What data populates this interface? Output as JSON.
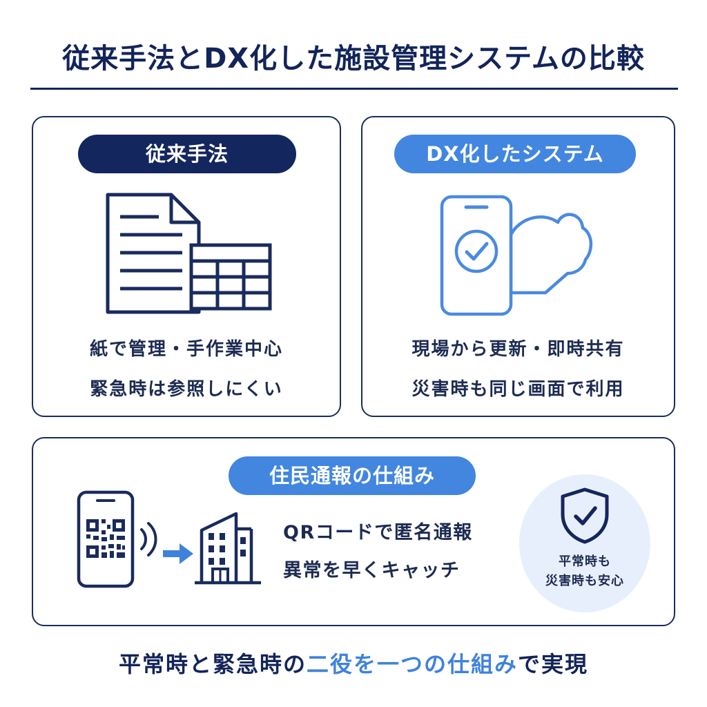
{
  "title": "従来手法とDX化した施設管理システムの比較",
  "left_card": {
    "label": "従来手法",
    "desc_line1": "紙で管理・手作業中心",
    "desc_line2": "緊急時は参照しにくい",
    "icons": [
      "document-icon",
      "spreadsheet-icon"
    ]
  },
  "right_card": {
    "label": "DX化したシステム",
    "desc_line1": "現場から更新・即時共有",
    "desc_line2": "災害時も同じ画面で利用",
    "icons": [
      "smartphone-check-icon",
      "cloud-icon"
    ]
  },
  "bottom_card": {
    "label": "住民通報の仕組み",
    "text_line1": "QRコードで匿名通報",
    "text_line2": "異常を早くキャッチ",
    "badge_line1": "平常時も",
    "badge_line2": "災害時も安心",
    "icons": [
      "qr-phone-icon",
      "signal-waves-icon",
      "arrow-right-icon",
      "building-icon",
      "shield-check-icon"
    ]
  },
  "footer": {
    "before": "平常時と緊急時の",
    "highlight": "二役を一つの仕組み",
    "after": "で実現"
  },
  "colors": {
    "navy": "#14265e",
    "accent_blue": "#4286e0",
    "badge_bg": "#e8effc"
  }
}
